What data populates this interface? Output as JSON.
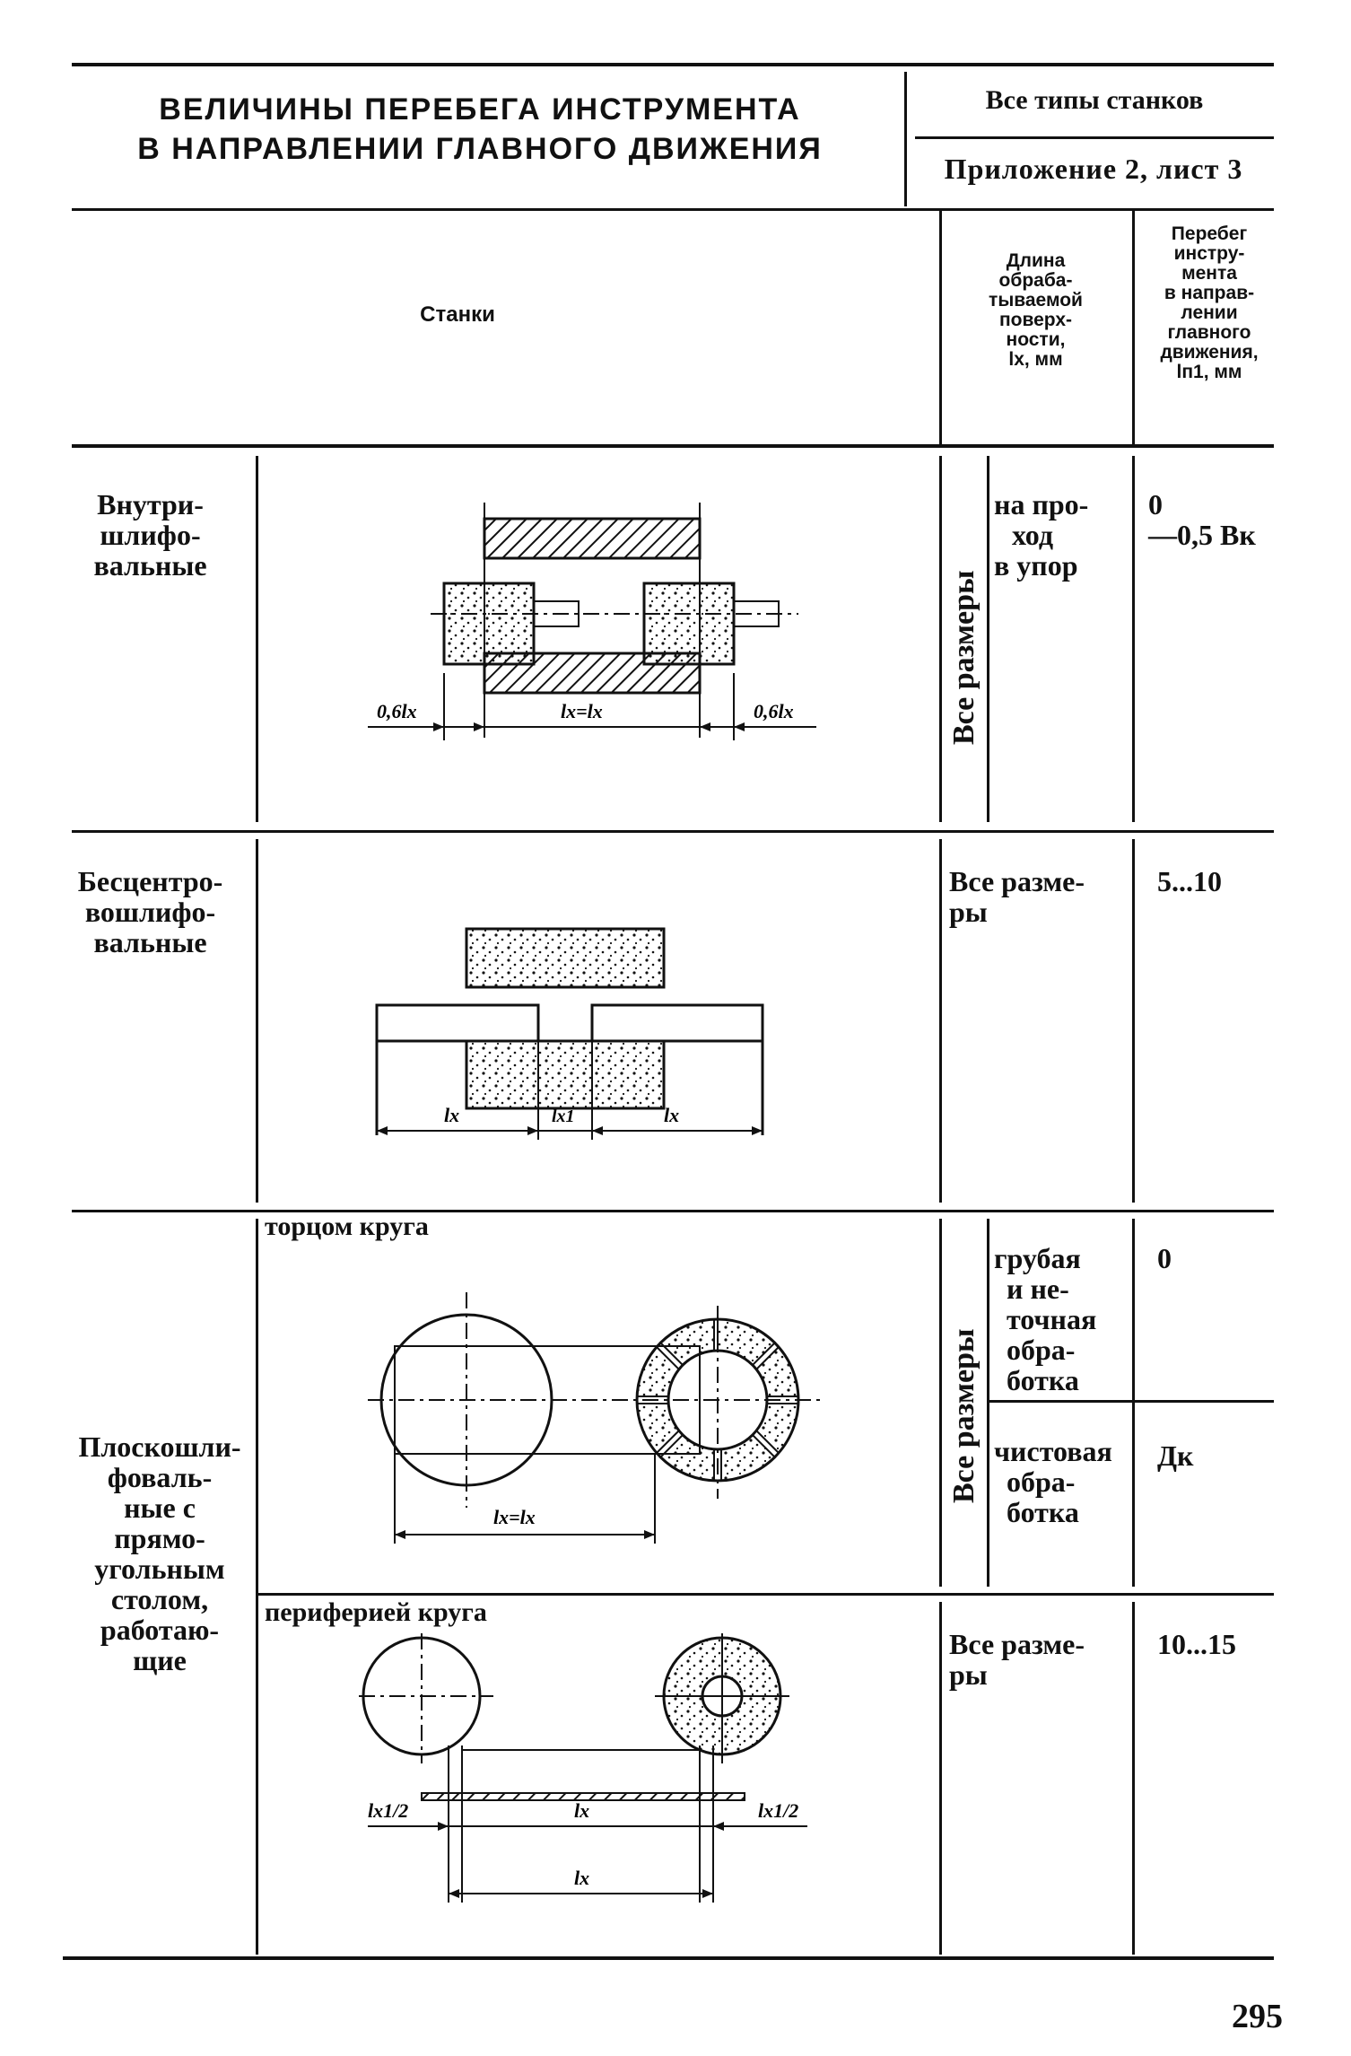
{
  "header": {
    "title_line1": "ВЕЛИЧИНЫ ПЕРЕБЕГА ИНСТРУМЕНТА",
    "title_line2": "В НАПРАВЛЕНИИ ГЛАВНОГО ДВИЖЕНИЯ",
    "machine_types": "Все типы станков",
    "appendix": "Приложение 2, лист 3"
  },
  "columns": {
    "machines": "Станки",
    "length": [
      "Длина",
      "обраба-",
      "тываемой",
      "поверх-",
      "ности,",
      "lх, мм"
    ],
    "overrun": [
      "Перебег",
      "инстру-",
      "мента",
      "в направ-",
      "лении",
      "главного",
      "движения,",
      "lп1, мм"
    ]
  },
  "rows": [
    {
      "name": [
        "Внутри-",
        "шлифо-",
        "вальные"
      ],
      "size_label": "Все размеры",
      "condition": [
        "на про-",
        "ход",
        "в упор"
      ],
      "overrun": [
        "0",
        "—0,5 Вк"
      ],
      "dim_labels": {
        "left": "0,6lх",
        "center": "lх=lх",
        "right": "0,6lх"
      }
    },
    {
      "name": [
        "Бесцентро-",
        "вошлифо-",
        "вальные"
      ],
      "sizes": [
        "Все разме-",
        "ры"
      ],
      "overrun": "5...10",
      "dim_labels": {
        "left": "lх",
        "center": "lх1",
        "right": "lх"
      }
    },
    {
      "name": [
        "Плоскошли-",
        "фоваль-",
        "ные с",
        "прямо-",
        "угольным",
        "столом,",
        "работаю-",
        "щие"
      ],
      "sub1": {
        "label": "торцом круга",
        "size_label": "Все размеры",
        "cond_a": [
          "грубая",
          "и не-",
          "точная",
          "обра-",
          "ботка"
        ],
        "overrun_a": "0",
        "cond_b": [
          "чистовая",
          "обра-",
          "ботка"
        ],
        "overrun_b": "Дк",
        "dim_label": "lх=lх"
      },
      "sub2": {
        "label": "периферией круга",
        "sizes": [
          "Все разме-",
          "ры"
        ],
        "overrun": "10...15",
        "dim_labels": {
          "half_left": "lх1/2",
          "inner": "lх",
          "outer": "lх",
          "half_right": "lх1/2"
        }
      }
    }
  ],
  "page_number": "295"
}
